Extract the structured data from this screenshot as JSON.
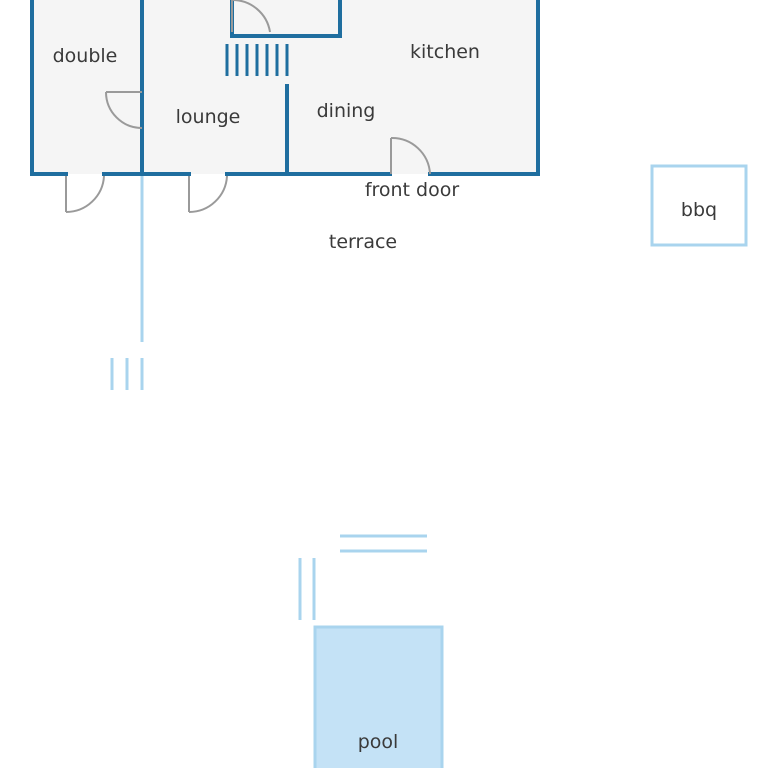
{
  "colors": {
    "wall": "#1f6e9f",
    "outdoor": "#a9d4ee",
    "pool_fill": "#c4e2f6",
    "floor": "#f5f5f5",
    "door": "#9a9a9a",
    "text": "#3a3a3a"
  },
  "rooms": {
    "double": "double",
    "lounge": "lounge",
    "dining": "dining",
    "kitchen": "kitchen"
  },
  "outdoor": {
    "front_door": "front door",
    "terrace": "terrace",
    "bbq": "bbq",
    "pool": "pool"
  }
}
